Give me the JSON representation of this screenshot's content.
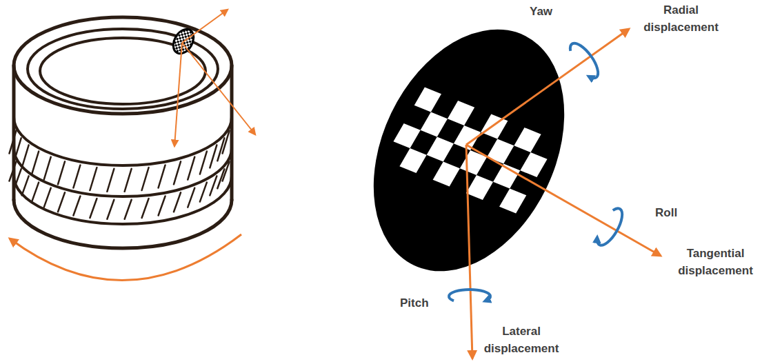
{
  "diagram": {
    "labels": [
      "Yaw",
      "Radial displacement",
      "Roll",
      "Tangential displacement",
      "Pitch",
      "Lateral displacement"
    ]
  }
}
